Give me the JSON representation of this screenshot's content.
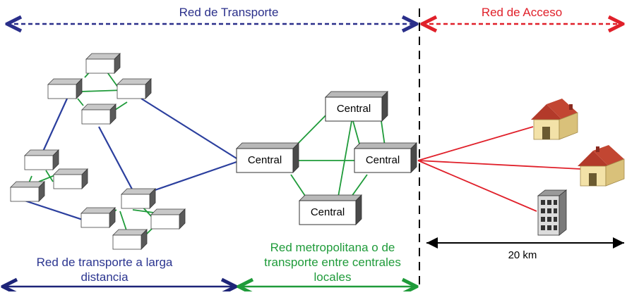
{
  "labels": {
    "red_transporte": "Red de Transporte",
    "red_acceso": "Red de Acceso",
    "larga_distancia": "Red de transporte a larga distancia",
    "metropolitana": "Red metropolitana o de transporte entre centrales locales",
    "distance": "20 km",
    "central": "Central"
  },
  "colors": {
    "transport_arrow": "#2a2f8a",
    "access_arrow": "#e0202a",
    "long_distance_link": "#2b3f9e",
    "metro_link": "#1f9b3a",
    "access_link": "#e0202a",
    "metro_text": "#1f9b3a",
    "long_distance_text": "#2b3590"
  },
  "icons": {
    "house": "house-icon",
    "building": "building-icon",
    "node": "switch-box-icon"
  }
}
